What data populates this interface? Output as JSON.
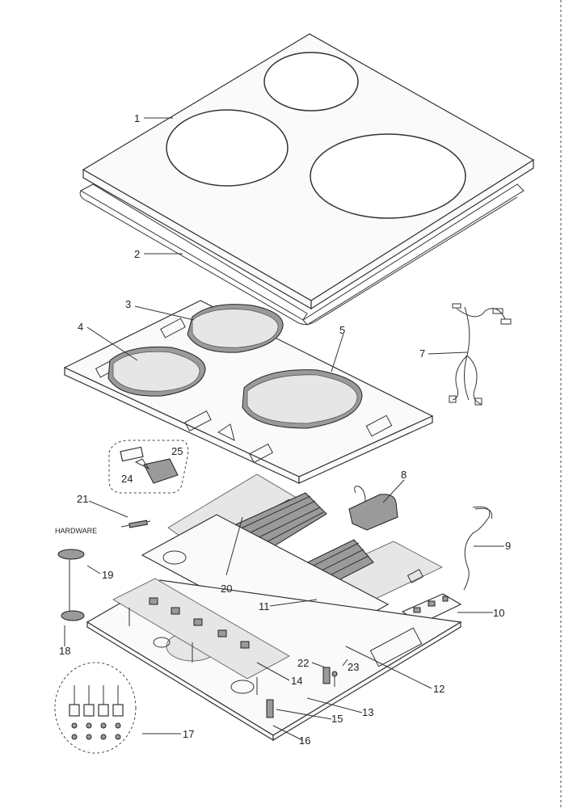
{
  "diagram": {
    "labels": {
      "p1": "1",
      "p2": "2",
      "p3": "3",
      "p4": "4",
      "p5": "5",
      "p7": "7",
      "p8": "8",
      "p9": "9",
      "p10": "10",
      "p11": "11",
      "p12": "12",
      "p13": "13",
      "p14": "14",
      "p15": "15",
      "p16": "16",
      "p17": "17",
      "p18": "18",
      "p19": "19",
      "p20": "20",
      "p21": "21",
      "p22": "22",
      "p23": "23",
      "p24": "24",
      "p25": "25"
    },
    "hardware_text": "HARDWARE"
  }
}
